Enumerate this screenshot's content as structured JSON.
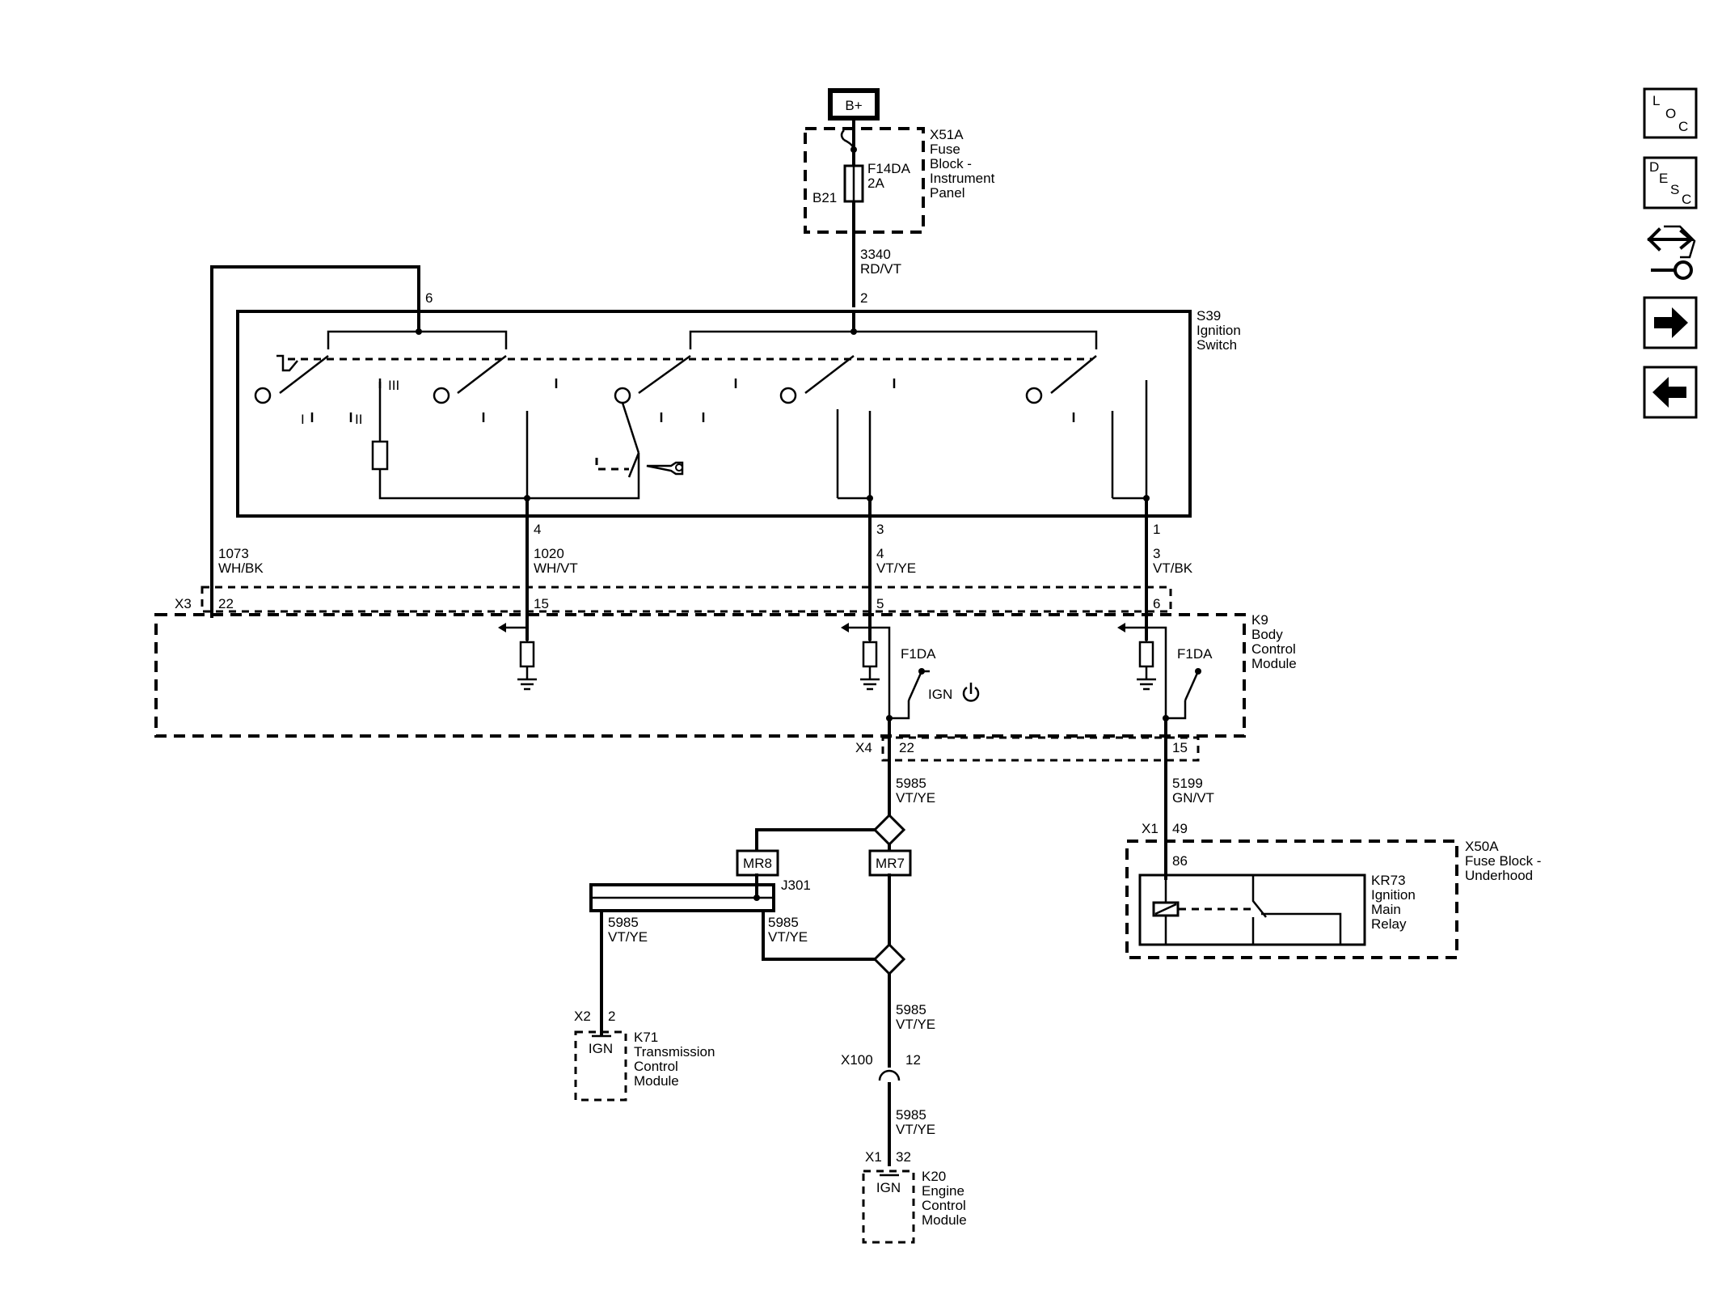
{
  "battery": {
    "label": "B+"
  },
  "fuse_block_ip": {
    "id": "X51A",
    "line1": "Fuse",
    "line2": "Block -",
    "line3": "Instrument",
    "line4": "Panel",
    "fuse": "F14DA",
    "rating": "2A",
    "cavity": "B21"
  },
  "wires": {
    "w3340": {
      "num": "3340",
      "color": "RD/VT"
    },
    "w1073": {
      "num": "1073",
      "color": "WH/BK"
    },
    "w1020": {
      "num": "1020",
      "color": "WH/VT"
    },
    "wvtye_a": {
      "num": "4",
      "color": "VT/YE"
    },
    "wvtbk": {
      "num": "3",
      "color": "VT/BK"
    },
    "w5985_a": {
      "num": "5985",
      "color": "VT/YE"
    },
    "w5199": {
      "num": "5199",
      "color": "GN/VT"
    },
    "w5985_b": {
      "num": "5985",
      "color": "VT/YE"
    },
    "w5985_c": {
      "num": "5985",
      "color": "VT/YE"
    },
    "w5985_d": {
      "num": "5985",
      "color": "VT/YE"
    },
    "w5985_e": {
      "num": "5985",
      "color": "VT/YE"
    }
  },
  "ignition_switch": {
    "id": "S39",
    "line1": "Ignition",
    "line2": "Switch",
    "pin_top_left": "6",
    "pin_top_mid": "2",
    "pin_b1": "4",
    "pin_b2": "3",
    "pin_b3": "1",
    "pos_I": "I",
    "pos_II": "II",
    "pos_III": "III"
  },
  "bcm": {
    "id": "K9",
    "line1": "Body",
    "line2": "Control",
    "line3": "Module",
    "x3": "X3",
    "x3_pin1": "22",
    "x3_pin2": "15",
    "x3_pin3": "5",
    "x3_pin4": "6",
    "fuse_a": "F1DA",
    "fuse_b": "F1DA",
    "ign": "IGN",
    "x4": "X4",
    "x4_pin1": "22",
    "x4_pin2": "15"
  },
  "splices": {
    "mr8": "MR8",
    "mr7": "MR7",
    "j301": "J301"
  },
  "fuse_block_uh": {
    "id": "X50A",
    "line1": "Fuse Block -",
    "line2": "Underhood",
    "conn": "X1",
    "pin": "49",
    "relay_pin": "86",
    "relay_id": "KR73",
    "relay_l1": "Ignition",
    "relay_l2": "Main",
    "relay_l3": "Relay"
  },
  "tcm": {
    "conn": "X2",
    "pin": "2",
    "ign": "IGN",
    "id": "K71",
    "line1": "Transmission",
    "line2": "Control",
    "line3": "Module"
  },
  "inline": {
    "conn": "X100",
    "pin": "12"
  },
  "ecm": {
    "conn": "X1",
    "pin": "32",
    "ign": "IGN",
    "id": "K20",
    "line1": "Engine",
    "line2": "Control",
    "line3": "Module"
  },
  "nav": {
    "loc_l": "L",
    "loc_o": "O",
    "loc_c": "C",
    "desc_d": "D",
    "desc_e": "E",
    "desc_s": "S",
    "desc_c": "C"
  },
  "icons": {
    "tools": "tools-icon",
    "next": "arrow-right-icon",
    "prev": "arrow-left-icon"
  }
}
